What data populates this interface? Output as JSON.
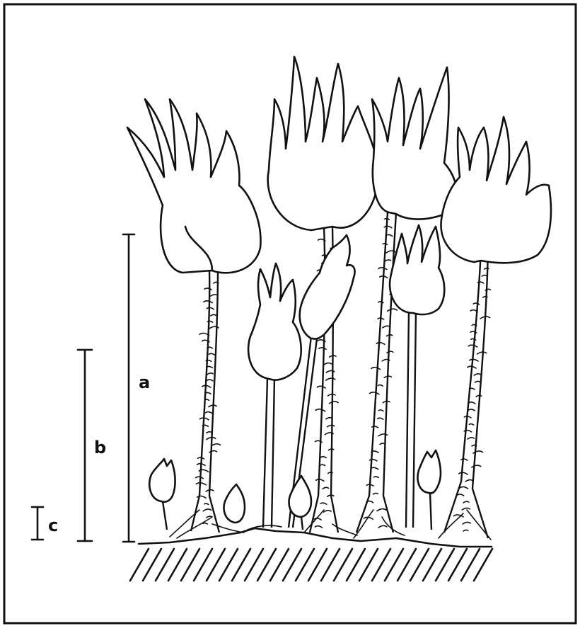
{
  "scale_labels": {
    "a": "a",
    "b": "b",
    "c": "c"
  },
  "colors": {
    "ink": "#111111",
    "paper": "#ffffff"
  }
}
